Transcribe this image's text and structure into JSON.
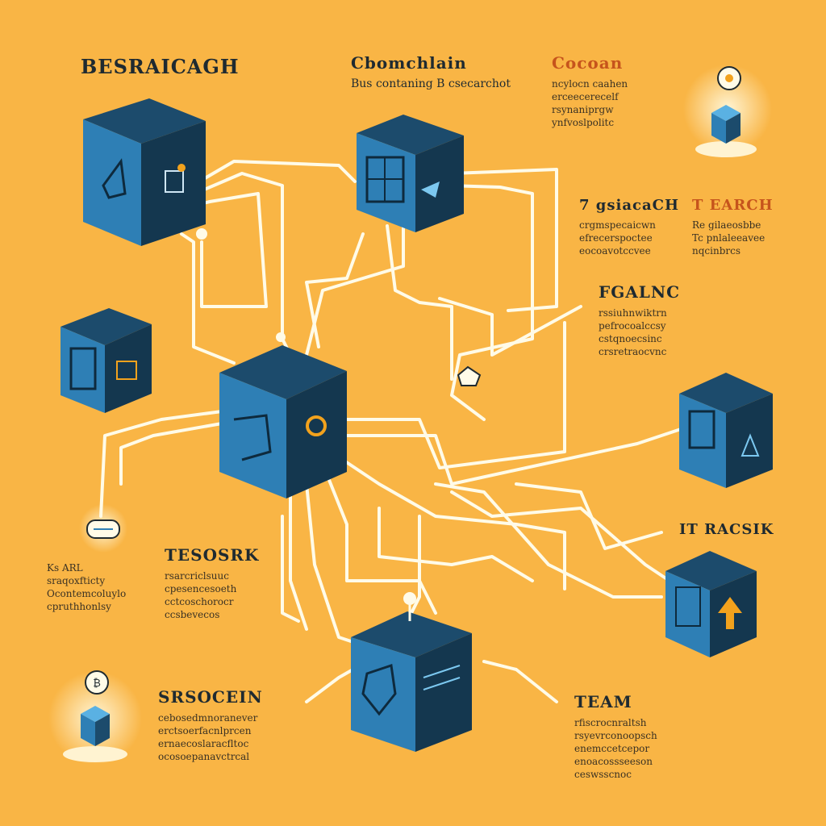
{
  "labels": {
    "top_left_title": "BESRAICAGH",
    "center_top_title": "Cbomchlain",
    "center_top_sub": "Bus contaning B csecarchot",
    "top_right_title": "Cocoan",
    "top_right_lines": [
      "ncylocn caahen",
      "erceecerecelf",
      "rsynaniprgw",
      "ynfvoslpolitc"
    ],
    "mid_right_title_a": "7 gsiacaCH",
    "mid_right_lines_a": [
      "crgmspecaicwn",
      "efrecerspoctee",
      "eocoavotccvee"
    ],
    "mid_right_title_b": "T EARCH",
    "mid_right_lines_b": [
      "Re gilaeosbbe",
      "Tc pnlaleeavee",
      "nqcinbrcs"
    ],
    "right_title": "FGALNC",
    "right_lines": [
      "rssiuhnwiktrn",
      "pefrocoalccsy",
      "cstqnoecsinc",
      "crsretraocvnc"
    ],
    "left_mid_title": "TESOSRK",
    "left_mid_lines": [
      "rsarcriclsuuc",
      "cpesencesoeth",
      "cctcoschorocr",
      "ccsbevecos"
    ],
    "far_left_lines": [
      "Ks ARL",
      "sraqoxfticty",
      "Ocontemcoluylo",
      "cpruthhonlsy"
    ],
    "bottom_left_title": "SRSOCEIN",
    "bottom_left_lines": [
      "cebosedmnoranever",
      "erctsoerfacnlprcen",
      "ernaecoslaracfltoc",
      "ocosoepanavctrcal"
    ],
    "right_lower_title": "IT RACSIK",
    "bottom_right_title": "TEAM",
    "bottom_right_lines": [
      "rfiscrocnraltsh",
      "rsyevrconoopsch",
      "enemccetcepor",
      "enoacossseeson",
      "ceswsscnoc"
    ]
  },
  "colors": {
    "background": "#f9b545",
    "cube_front": "#2e7fb5",
    "cube_side": "#14374f",
    "cube_top": "#1c4b6c",
    "wire": "#fffbe8",
    "accent_arrow": "#f2a21d"
  },
  "icons": [
    "bulb-icon",
    "lock-icon",
    "coin-icon",
    "shield-icon",
    "upload-arrow-icon",
    "cloud-icon"
  ]
}
